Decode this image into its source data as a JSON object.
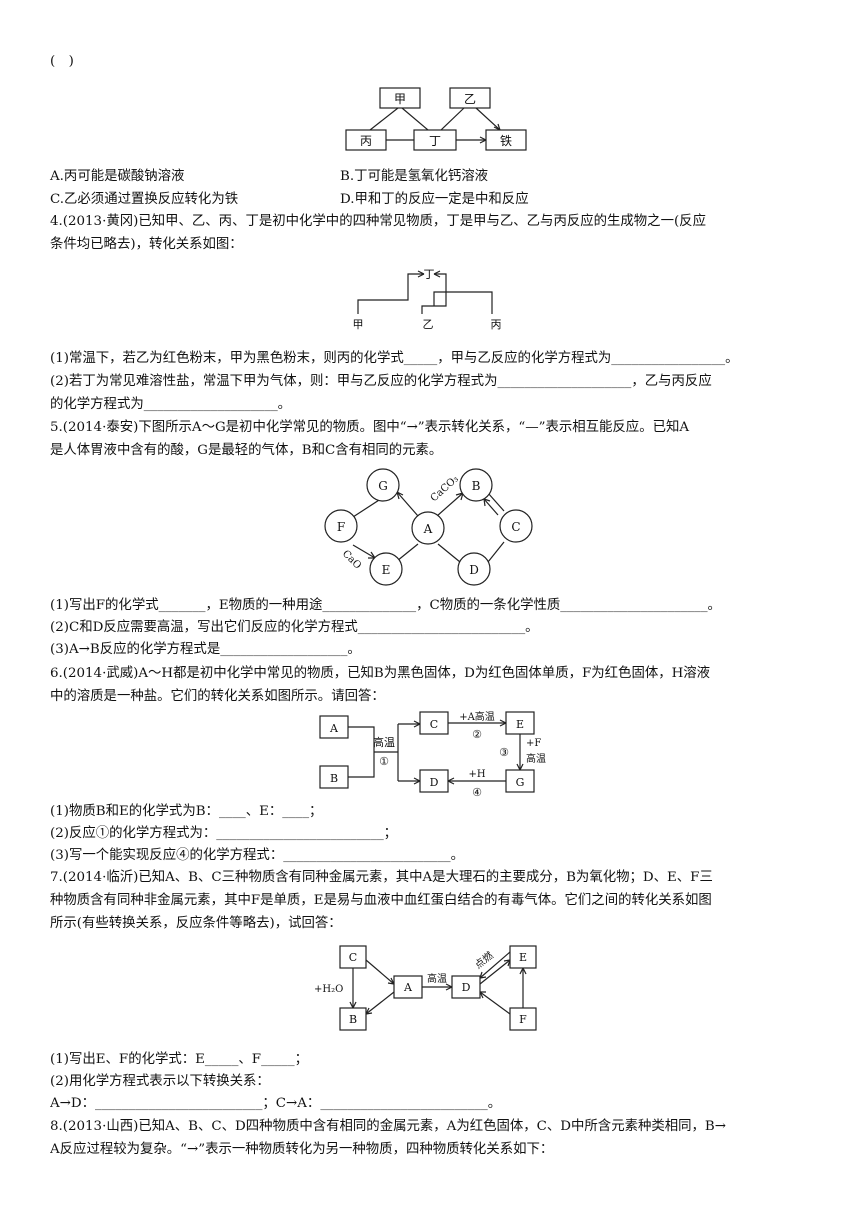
{
  "q3": {
    "bracket": "(　)",
    "diagram": {
      "top_left": "甲",
      "top_right": "乙",
      "bottom_left": "丙",
      "bottom_mid": "丁",
      "bottom_right": "铁"
    },
    "options": {
      "A": "A.丙可能是碳酸钠溶液",
      "B": "B.丁可能是氢氧化钙溶液",
      "C": "C.乙必须通过置换反应转化为铁",
      "D": "D.甲和丁的反应一定是中和反应"
    }
  },
  "q4": {
    "stem_line1": "4.(2013·黄冈)已知甲、乙、丙、丁是初中化学中的四种常见物质，丁是甲与乙、乙与丙反应的生成物之一(反应",
    "stem_line2": "条件均已略去)，转化关系如图：",
    "diagram": {
      "top": "丁",
      "left": "甲",
      "mid": "乙",
      "right": "丙"
    },
    "sub1": "(1)常温下，若乙为红色粉末，甲为黑色粉末，则丙的化学式_____，甲与乙反应的化学方程式为_________________。",
    "sub2_line1": "(2)若丁为常见难溶性盐，常温下甲为气体，则：甲与乙反应的化学方程式为____________________，乙与丙反应",
    "sub2_line2": "的化学方程式为____________________。"
  },
  "q5": {
    "stem_line1": "5.(2014·泰安)下图所示A～G是初中化学常见的物质。图中“→”表示转化关系，“—”表示相互能反应。已知A",
    "stem_line2": "是人体胃液中含有的酸，G是最轻的气体，B和C含有相同的元素。",
    "diagram": {
      "G": "G",
      "F": "F",
      "E": "E",
      "A": "A",
      "B": "B",
      "C": "C",
      "D": "D",
      "label_caco3": "CaCO₃",
      "label_cao": "CaO"
    },
    "sub1": "(1)写出F的化学式_______，E物质的一种用途______________，C物质的一条化学性质______________________。",
    "sub2": "(2)C和D反应需要高温，写出它们反应的化学方程式_________________________。",
    "sub3": "(3)A→B反应的化学方程式是___________________。"
  },
  "q6": {
    "stem_line1": "6.(2014·武威)A～H都是初中化学中常见的物质，已知B为黑色固体，D为红色固体单质，F为红色固体，H溶液",
    "stem_line2": "中的溶质是一种盐。它们的转化关系如图所示。请回答：",
    "diagram": {
      "A": "A",
      "B": "B",
      "C": "C",
      "D": "D",
      "E": "E",
      "G": "G",
      "gw": "高温",
      "n1": "①",
      "a_gw": "+A高温",
      "n2": "②",
      "plus_f": "+F",
      "n3": "③",
      "gw3": "高温",
      "plus_h": "+H",
      "n4": "④"
    },
    "sub1": "(1)物质B和E的化学式为B：____、E：____；",
    "sub2": "(2)反应①的化学方程式为：_________________________；",
    "sub3": "(3)写一个能实现反应④的化学方程式：_________________________。"
  },
  "q7": {
    "stem_line1": "7.(2014·临沂)已知A、B、C三种物质含有同种金属元素，其中A是大理石的主要成分，B为氧化物；D、E、F三",
    "stem_line2": "种物质含有同种非金属元素，其中F是单质，E是易与血液中血红蛋白结合的有毒气体。它们之间的转化关系如图",
    "stem_line3": "所示(有些转换关系，反应条件等略去)，试回答：",
    "diagram": {
      "A": "A",
      "B": "B",
      "C": "C",
      "D": "D",
      "E": "E",
      "F": "F",
      "gw": "高温",
      "h2o": "+H₂O",
      "dr": "点燃"
    },
    "sub1": "(1)写出E、F的化学式：E_____、F_____；",
    "sub2": "(2)用化学方程式表示以下转换关系：",
    "sub3": "A→D：_________________________；C→A：_________________________。"
  },
  "q8": {
    "stem_line1": "8.(2013·山西)已知A、B、C、D四种物质中含有相同的金属元素，A为红色固体，C、D中所含元素种类相同，B→",
    "stem_line2": "A反应过程较为复杂。“→”表示一种物质转化为另一种物质，四种物质转化关系如下："
  }
}
